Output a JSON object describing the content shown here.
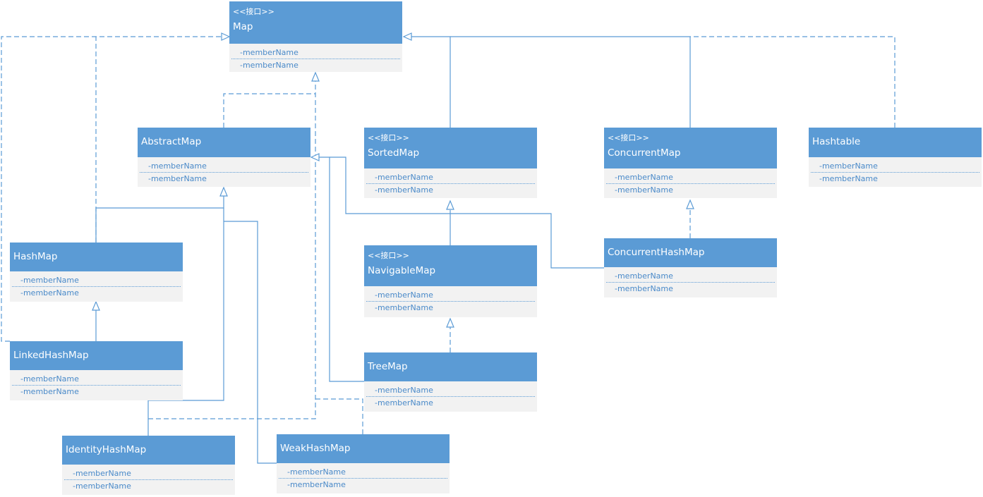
{
  "stereotype": "<<接口>>",
  "member": "-memberName",
  "colors": {
    "header": "#5b9bd5",
    "body": "#f2f2f2",
    "line": "#5b9bd5",
    "text": "#ffffff"
  },
  "nodes": {
    "map": "Map",
    "abstract_map": "AbstractMap",
    "sorted_map": "SortedMap",
    "concurrent_map": "ConcurrentMap",
    "hashtable": "Hashtable",
    "hash_map": "HashMap",
    "navigable_map": "NavigableMap",
    "concurrent_hash_map": "ConcurrentHashMap",
    "linked_hash_map": "LinkedHashMap",
    "tree_map": "TreeMap",
    "identity_hash_map": "IdentityHashMap",
    "weak_hash_map": "WeakHashMap"
  }
}
